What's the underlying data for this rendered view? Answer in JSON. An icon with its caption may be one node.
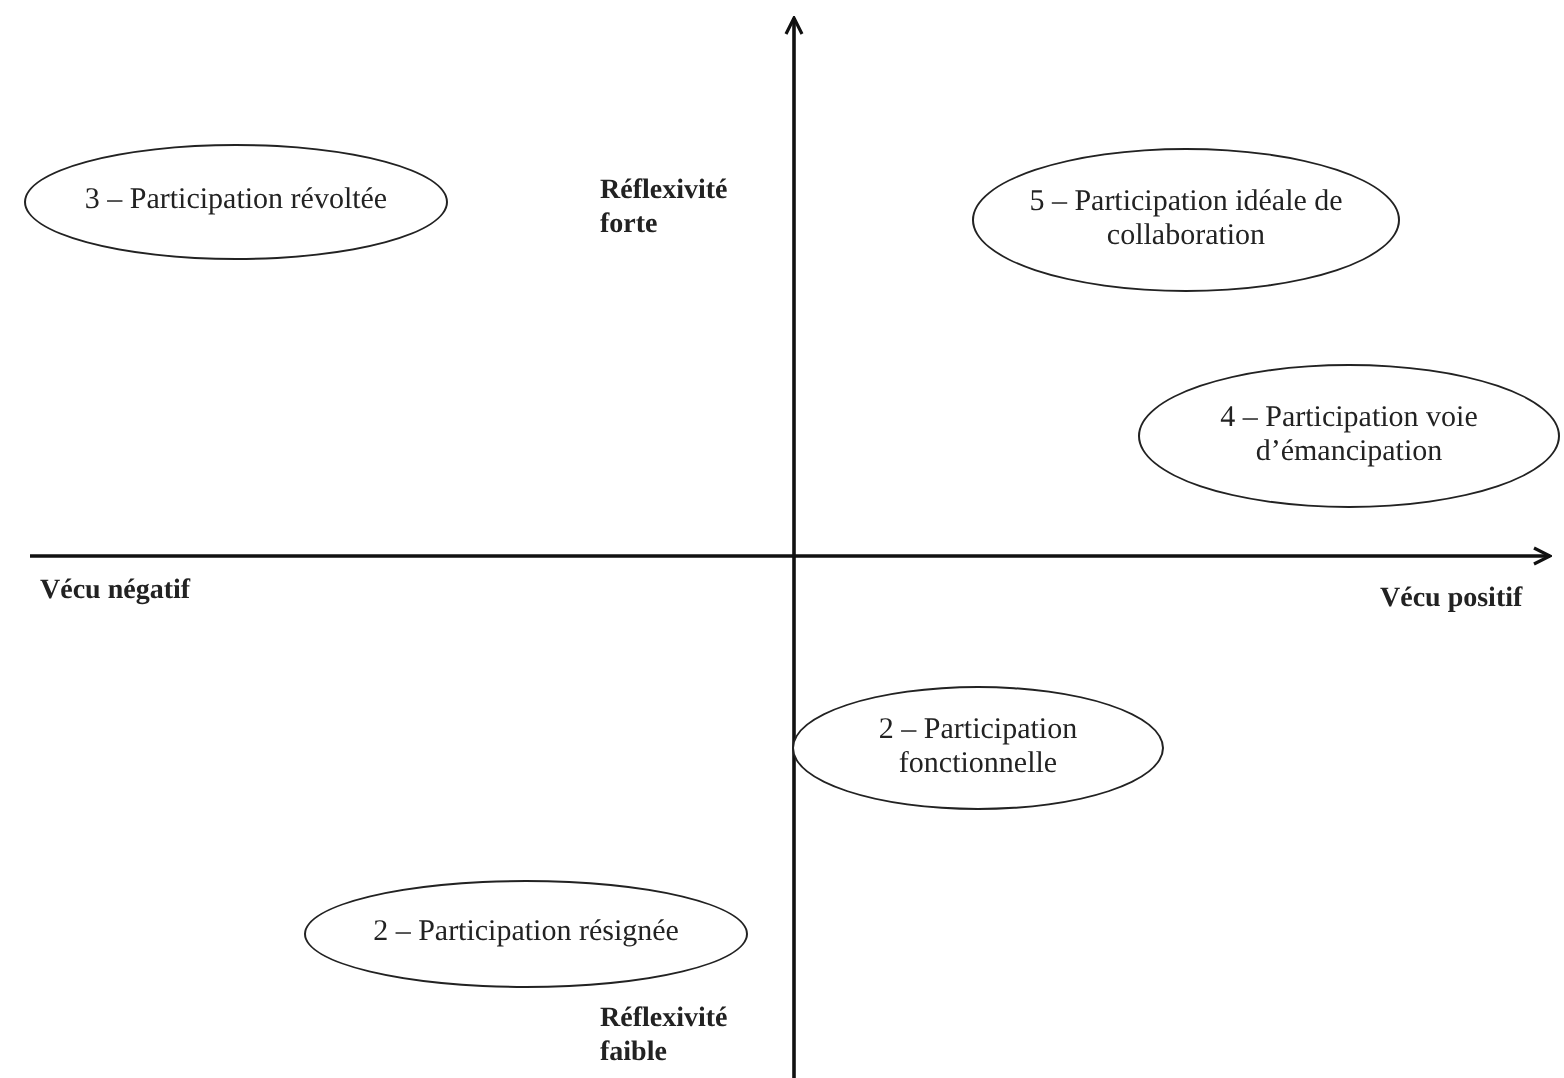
{
  "diagram": {
    "nodes": [
      {
        "text": [
          "3 – Participation révoltée"
        ]
      },
      {
        "text": [
          "5 – Participation idéale de collaboration"
        ]
      },
      {
        "text": [
          "4 – Participation voie d’émancipation"
        ]
      },
      {
        "text": [
          "2 – Participation fonctionnelle"
        ]
      },
      {
        "text": [
          "2 – Participation résignée"
        ]
      }
    ],
    "labels": [
      "Réflexivité forte",
      "Vécu négatif",
      "Vécu positif",
      "Réflexivité faible"
    ]
  }
}
